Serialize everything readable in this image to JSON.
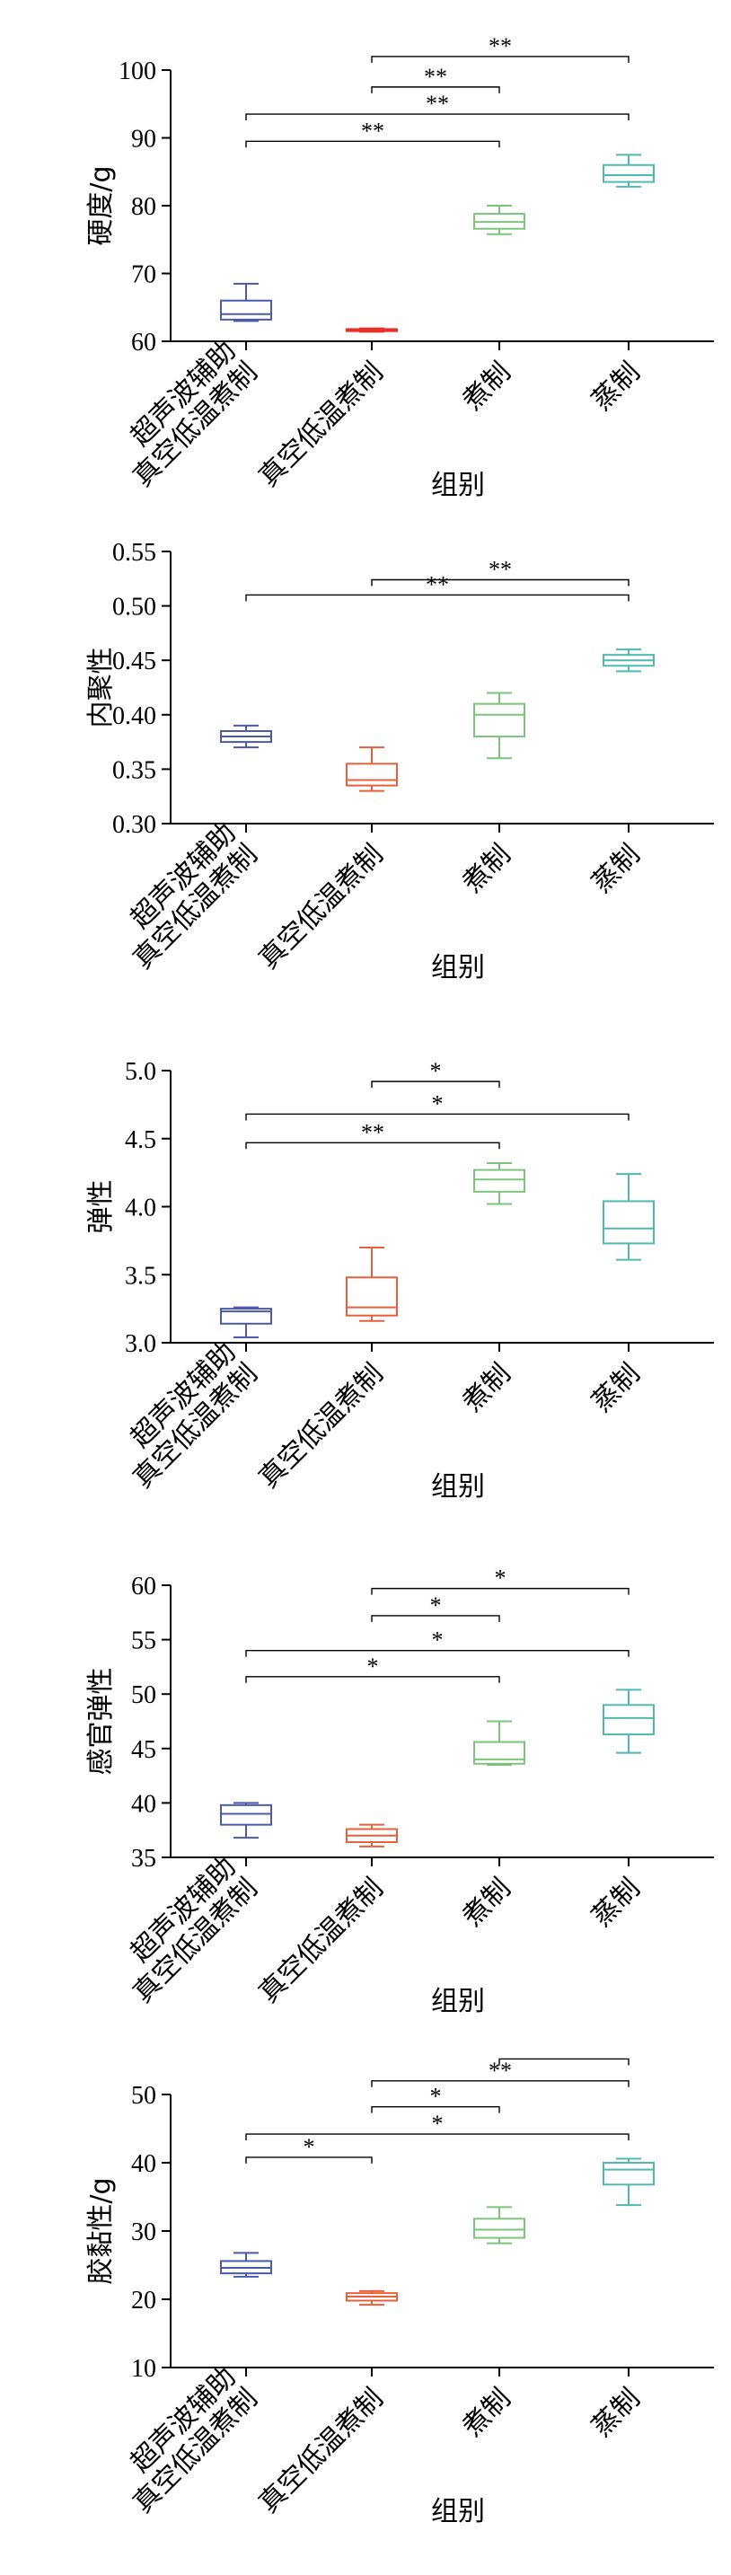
{
  "chart_data": [
    {
      "type": "box",
      "ylabel": "硬度/g",
      "xlabel": "组别",
      "ylim": [
        60,
        100
      ],
      "yticks": [
        60,
        70,
        80,
        90,
        100
      ],
      "categories": [
        {
          "lines": [
            "超声波辅助",
            "真空低温煮制"
          ]
        },
        {
          "lines": [
            "真空低温煮制"
          ]
        },
        {
          "lines": [
            "煮制"
          ]
        },
        {
          "lines": [
            "蒸制"
          ]
        }
      ],
      "boxes": [
        {
          "min": 63.0,
          "q1": 63.2,
          "median": 64.0,
          "q3": 66.0,
          "max": 68.5,
          "color": "#4a5aa8"
        },
        {
          "min": 61.4,
          "q1": 61.5,
          "median": 61.6,
          "q3": 61.8,
          "max": 61.9,
          "color": "#e8302a"
        },
        {
          "min": 75.8,
          "q1": 76.6,
          "median": 77.6,
          "q3": 78.8,
          "max": 80.0,
          "color": "#7cc47c"
        },
        {
          "min": 82.8,
          "q1": 83.5,
          "median": 84.5,
          "q3": 86.0,
          "max": 87.5,
          "color": "#4fb8b0"
        }
      ],
      "sig": [
        {
          "from": 1,
          "to": 3,
          "label": "**",
          "y": 102.0
        },
        {
          "from": 1,
          "to": 2,
          "label": "**",
          "y": 97.5
        },
        {
          "from": 0,
          "to": 3,
          "label": "**",
          "y": 93.5
        },
        {
          "from": 0,
          "to": 2,
          "label": "**",
          "y": 89.5
        }
      ]
    },
    {
      "type": "box",
      "ylabel": "内聚性",
      "xlabel": "组别",
      "ylim": [
        0.3,
        0.55
      ],
      "yticks": [
        0.3,
        0.35,
        0.4,
        0.45,
        0.5,
        0.55
      ],
      "tickDecimals": 2,
      "categories": [
        {
          "lines": [
            "超声波辅助",
            "真空低温煮制"
          ]
        },
        {
          "lines": [
            "真空低温煮制"
          ]
        },
        {
          "lines": [
            "煮制"
          ]
        },
        {
          "lines": [
            "蒸制"
          ]
        }
      ],
      "boxes": [
        {
          "min": 0.37,
          "q1": 0.375,
          "median": 0.38,
          "q3": 0.385,
          "max": 0.39,
          "color": "#4a5aa8"
        },
        {
          "min": 0.33,
          "q1": 0.335,
          "median": 0.34,
          "q3": 0.355,
          "max": 0.37,
          "color": "#e8603a"
        },
        {
          "min": 0.36,
          "q1": 0.38,
          "median": 0.4,
          "q3": 0.41,
          "max": 0.42,
          "color": "#7cc47c"
        },
        {
          "min": 0.44,
          "q1": 0.445,
          "median": 0.45,
          "q3": 0.455,
          "max": 0.46,
          "color": "#4fb8b0"
        }
      ],
      "sig": [
        {
          "from": 1,
          "to": 3,
          "label": "**",
          "y": 0.524
        },
        {
          "from": 0,
          "to": 3,
          "label": "**",
          "y": 0.51
        }
      ]
    },
    {
      "type": "box",
      "ylabel": "弹性",
      "xlabel": "组别",
      "ylim": [
        3.0,
        5.0
      ],
      "yticks": [
        3.0,
        3.5,
        4.0,
        4.5,
        5.0
      ],
      "tickDecimals": 1,
      "categories": [
        {
          "lines": [
            "超声波辅助",
            "真空低温煮制"
          ]
        },
        {
          "lines": [
            "真空低温煮制"
          ]
        },
        {
          "lines": [
            "煮制"
          ]
        },
        {
          "lines": [
            "蒸制"
          ]
        }
      ],
      "boxes": [
        {
          "min": 3.04,
          "q1": 3.14,
          "median": 3.23,
          "q3": 3.25,
          "max": 3.26,
          "color": "#4a5aa8"
        },
        {
          "min": 3.16,
          "q1": 3.2,
          "median": 3.26,
          "q3": 3.48,
          "max": 3.7,
          "color": "#e8603a"
        },
        {
          "min": 4.02,
          "q1": 4.11,
          "median": 4.2,
          "q3": 4.27,
          "max": 4.32,
          "color": "#7cc47c"
        },
        {
          "min": 3.61,
          "q1": 3.73,
          "median": 3.84,
          "q3": 4.04,
          "max": 4.24,
          "color": "#4fb8b0"
        }
      ],
      "sig": [
        {
          "from": 1,
          "to": 2,
          "label": "*",
          "y": 4.92
        },
        {
          "from": 0,
          "to": 3,
          "label": "*",
          "y": 4.68
        },
        {
          "from": 0,
          "to": 2,
          "label": "**",
          "y": 4.47
        }
      ]
    },
    {
      "type": "box",
      "ylabel": "感官弹性",
      "xlabel": "组别",
      "ylim": [
        35,
        60
      ],
      "yticks": [
        35,
        40,
        45,
        50,
        55,
        60
      ],
      "categories": [
        {
          "lines": [
            "超声波辅助",
            "真空低温煮制"
          ]
        },
        {
          "lines": [
            "真空低温煮制"
          ]
        },
        {
          "lines": [
            "煮制"
          ]
        },
        {
          "lines": [
            "蒸制"
          ]
        }
      ],
      "boxes": [
        {
          "min": 36.8,
          "q1": 38.0,
          "median": 39.0,
          "q3": 39.8,
          "max": 40.0,
          "color": "#4a5aa8"
        },
        {
          "min": 36.0,
          "q1": 36.4,
          "median": 37.0,
          "q3": 37.6,
          "max": 38.0,
          "color": "#e8603a"
        },
        {
          "min": 43.5,
          "q1": 43.6,
          "median": 44.0,
          "q3": 45.6,
          "max": 47.5,
          "color": "#7cc47c"
        },
        {
          "min": 44.6,
          "q1": 46.3,
          "median": 47.8,
          "q3": 49.0,
          "max": 50.4,
          "color": "#4fb8b0"
        }
      ],
      "sig": [
        {
          "from": 1,
          "to": 3,
          "label": "*",
          "y": 59.7
        },
        {
          "from": 1,
          "to": 2,
          "label": "*",
          "y": 57.2
        },
        {
          "from": 0,
          "to": 3,
          "label": "*",
          "y": 54.0
        },
        {
          "from": 0,
          "to": 2,
          "label": "*",
          "y": 51.6
        }
      ]
    },
    {
      "type": "box",
      "ylabel": "胶黏性/g",
      "xlabel": "组别",
      "ylim": [
        10,
        50
      ],
      "yticks": [
        10,
        20,
        30,
        40,
        50
      ],
      "categories": [
        {
          "lines": [
            "超声波辅助",
            "真空低温煮制"
          ]
        },
        {
          "lines": [
            "真空低温煮制"
          ]
        },
        {
          "lines": [
            "煮制"
          ]
        },
        {
          "lines": [
            "蒸制"
          ]
        }
      ],
      "boxes": [
        {
          "min": 23.3,
          "q1": 23.8,
          "median": 24.6,
          "q3": 25.6,
          "max": 26.8,
          "color": "#4a5aa8"
        },
        {
          "min": 19.2,
          "q1": 19.8,
          "median": 20.4,
          "q3": 20.9,
          "max": 21.2,
          "color": "#e8603a"
        },
        {
          "min": 28.2,
          "q1": 29.0,
          "median": 30.2,
          "q3": 31.8,
          "max": 33.5,
          "color": "#7cc47c"
        },
        {
          "min": 33.8,
          "q1": 36.8,
          "median": 39.0,
          "q3": 40.0,
          "max": 40.6,
          "color": "#4fb8b0"
        }
      ],
      "sig": [
        {
          "from": 2,
          "to": 3,
          "label": "*",
          "y": 55.2
        },
        {
          "from": 1,
          "to": 3,
          "label": "**",
          "y": 52.0
        },
        {
          "from": 1,
          "to": 2,
          "label": "*",
          "y": 48.2
        },
        {
          "from": 0,
          "to": 3,
          "label": "*",
          "y": 44.2
        },
        {
          "from": 0,
          "to": 1,
          "label": "*",
          "y": 40.8
        }
      ]
    }
  ]
}
